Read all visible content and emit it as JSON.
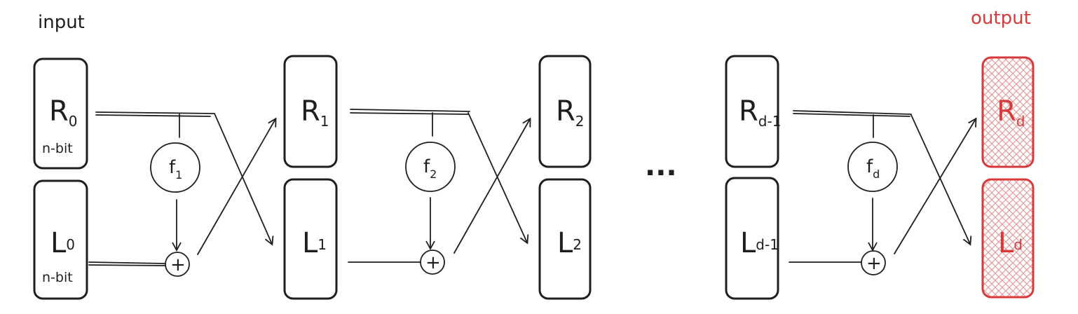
{
  "labels": {
    "input": "input",
    "output": "output",
    "bits_r0": "n-bit",
    "bits_l0": "n-bit",
    "ellipsis": "..."
  },
  "columns": [
    {
      "r_main": "R",
      "r_sub": "0",
      "l_main": "L",
      "l_sub": "0",
      "style": "input"
    },
    {
      "r_main": "R",
      "r_sub": "1",
      "l_main": "L",
      "l_sub": "1",
      "style": "normal"
    },
    {
      "r_main": "R",
      "r_sub": "2",
      "l_main": "L",
      "l_sub": "2",
      "style": "normal"
    },
    {
      "r_main": "R",
      "r_sub": "d-1",
      "l_main": "L",
      "l_sub": "d-1",
      "style": "normal"
    },
    {
      "r_main": "R",
      "r_sub": "d",
      "l_main": "L",
      "l_sub": "d",
      "style": "output"
    }
  ],
  "rounds": [
    {
      "f_main": "f",
      "f_sub": "1",
      "op": "+"
    },
    {
      "f_main": "f",
      "f_sub": "2",
      "op": "+"
    },
    {
      "f_main": "f",
      "f_sub": "d",
      "op": "+"
    }
  ],
  "colors": {
    "ink": "#1e1e1e",
    "output": "#d63a3a"
  }
}
